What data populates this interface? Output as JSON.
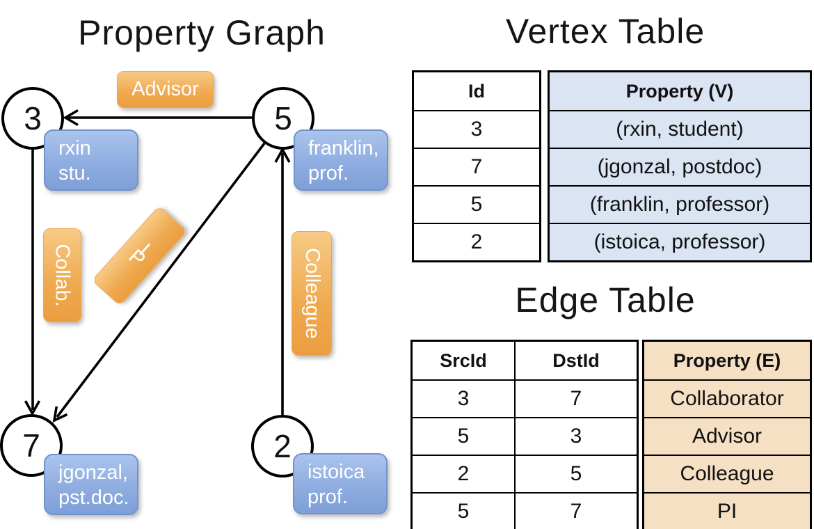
{
  "graph": {
    "title": "Property Graph",
    "vertices": [
      {
        "id": "3",
        "card_line1": "rxin",
        "card_line2": "stu."
      },
      {
        "id": "5",
        "card_line1": "franklin,",
        "card_line2": "prof."
      },
      {
        "id": "7",
        "card_line1": "jgonzal,",
        "card_line2": "pst.doc."
      },
      {
        "id": "2",
        "card_line1": "istoica",
        "card_line2": "prof."
      }
    ],
    "edge_labels": {
      "advisor": "Advisor",
      "collab": "Collab.",
      "pi": "PI",
      "colleague": "Colleague"
    }
  },
  "vertex_table": {
    "title": "Vertex Table",
    "columns": {
      "id": "Id",
      "property": "Property (V)"
    },
    "rows": [
      {
        "id": "3",
        "property": "(rxin, student)"
      },
      {
        "id": "7",
        "property": "(jgonzal, postdoc)"
      },
      {
        "id": "5",
        "property": "(franklin, professor)"
      },
      {
        "id": "2",
        "property": "(istoica, professor)"
      }
    ]
  },
  "edge_table": {
    "title": "Edge Table",
    "columns": {
      "src": "SrcId",
      "dst": "DstId",
      "property": "Property (E)"
    },
    "rows": [
      {
        "src": "3",
        "dst": "7",
        "property": "Collaborator"
      },
      {
        "src": "5",
        "dst": "3",
        "property": "Advisor"
      },
      {
        "src": "2",
        "dst": "5",
        "property": "Colleague"
      },
      {
        "src": "5",
        "dst": "7",
        "property": "PI"
      }
    ]
  },
  "colors": {
    "vertex_card_light": "#abc4ec",
    "vertex_card_dark": "#7e9fd8",
    "edge_box_light": "#f7ca86",
    "edge_box_dark": "#eb9e40",
    "vertex_table_property_bg": "#dbe4f3",
    "edge_table_property_bg": "#f6e0c3",
    "line": "#000000"
  }
}
